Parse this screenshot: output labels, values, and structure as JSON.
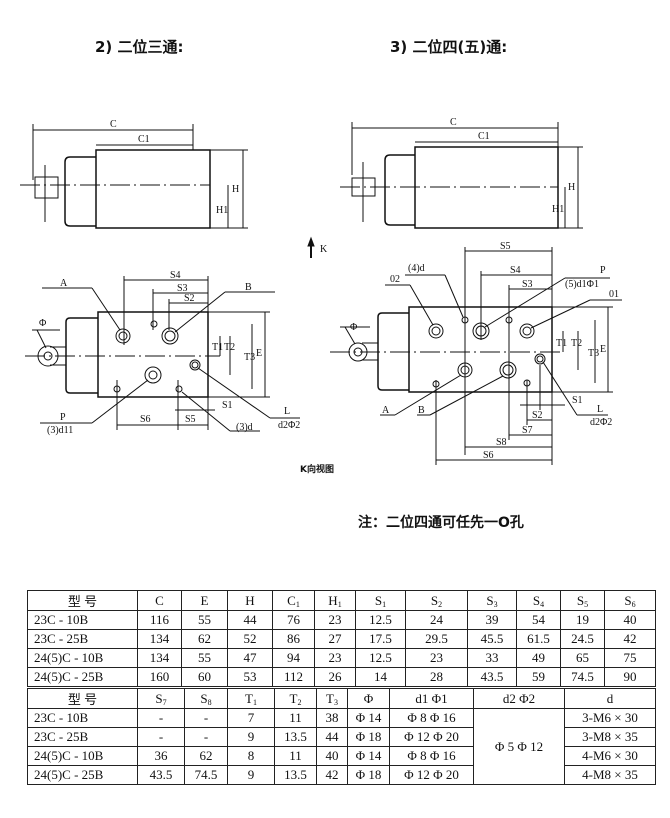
{
  "titles": {
    "left": "2) 二位三通:",
    "right": "3) 二位四(五)通:"
  },
  "drawing_labels": {
    "C": "C",
    "C1": "C1",
    "H": "H",
    "H1": "H1",
    "K": "K",
    "view": "K向视图",
    "A": "A",
    "B": "B",
    "P": "P",
    "L": "L",
    "phi": "Φ",
    "d11": "(3)d11",
    "d3": "(3)d",
    "d2phi2": "d2Φ2",
    "S1": "S1",
    "S2": "S2",
    "S3": "S3",
    "S4": "S4",
    "S5": "S5",
    "S6": "S6",
    "S7": "S7",
    "S8": "S8",
    "T1": "T1",
    "T2": "T2",
    "T3": "T3",
    "E": "E",
    "O1": "01",
    "O2": "02",
    "d4": "(4)d",
    "d1phi1": "(5)d1Φ1"
  },
  "note": "注：二位四通可任先一O孔",
  "table1": {
    "headers": [
      "型 号",
      "C",
      "E",
      "H",
      "C1",
      "H1",
      "S1",
      "S2",
      "S3",
      "S4",
      "S5",
      "S6"
    ],
    "rows": [
      [
        "23C - 10B",
        "116",
        "55",
        "44",
        "76",
        "23",
        "12.5",
        "24",
        "39",
        "54",
        "19",
        "40"
      ],
      [
        "23C - 25B",
        "134",
        "62",
        "52",
        "86",
        "27",
        "17.5",
        "29.5",
        "45.5",
        "61.5",
        "24.5",
        "42"
      ],
      [
        "24(5)C - 10B",
        "134",
        "55",
        "47",
        "94",
        "23",
        "12.5",
        "23",
        "33",
        "49",
        "65",
        "75"
      ],
      [
        "24(5)C - 25B",
        "160",
        "60",
        "53",
        "112",
        "26",
        "14",
        "28",
        "43.5",
        "59",
        "74.5",
        "90"
      ]
    ]
  },
  "table2": {
    "headers": [
      "型 号",
      "S7",
      "S8",
      "T1",
      "T2",
      "T3",
      "Φ",
      "d1 Φ1",
      "d2 Φ2",
      "d"
    ],
    "rows": [
      [
        "23C - 10B",
        "-",
        "-",
        "7",
        "11",
        "38",
        "Φ 14",
        "Φ 8  Φ 16",
        "3-M6 × 30"
      ],
      [
        "23C - 25B",
        "-",
        "-",
        "9",
        "13.5",
        "44",
        "Φ 18",
        "Φ 12 Φ 20",
        "3-M8 × 35"
      ],
      [
        "24(5)C - 10B",
        "36",
        "62",
        "8",
        "11",
        "40",
        "Φ 14",
        "Φ 8  Φ 16",
        "4-M6 × 30"
      ],
      [
        "24(5)C - 25B",
        "43.5",
        "74.5",
        "9",
        "13.5",
        "42",
        "Φ 18",
        "Φ 12 Φ 20",
        "4-M8 × 35"
      ]
    ],
    "d2phi2_value": "Φ 5 Φ 12"
  }
}
